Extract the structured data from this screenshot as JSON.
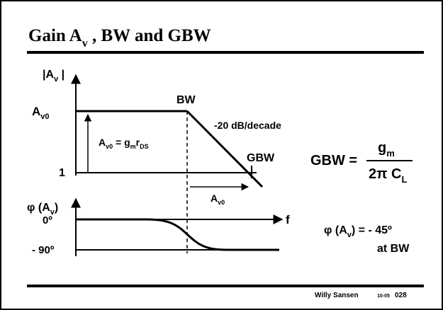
{
  "title": {
    "main": "Gain A",
    "sub": "v",
    "rest": " , BW and GBW"
  },
  "magnitude_plot": {
    "y_axis_label": {
      "a": "|A",
      "sub": "v",
      "b": " |"
    },
    "y_tick_top": {
      "main": "A",
      "sub": "v0"
    },
    "y_tick_bottom": "1",
    "bw_label": "BW",
    "slope_label": "-20 dB/decade",
    "gbw_label": "GBW",
    "gain_eq": {
      "a": "A",
      "a_sub": "v0",
      "eq": " = g",
      "g_sub": "m",
      "r": "r",
      "r_sub": "DS"
    },
    "arrow_label": {
      "main": "A",
      "sub": "v0"
    }
  },
  "phase_plot": {
    "y_axis_label": {
      "a": "φ (A",
      "sub": "v",
      "b": ")"
    },
    "y_tick_top": "0º",
    "y_tick_bottom": "- 90º",
    "x_axis_label": "f"
  },
  "gbw_formula": {
    "lhs": "GBW =",
    "numerator": "g",
    "numerator_sub": "m",
    "denominator": "2π C",
    "denominator_sub": "L"
  },
  "phase_note": {
    "line1_a": "φ (A",
    "line1_sub": "v",
    "line1_b": ") = - 45º",
    "line2": "at BW"
  },
  "footer": {
    "author": "Willy Sansen",
    "date": "10-05",
    "page": "028"
  }
}
